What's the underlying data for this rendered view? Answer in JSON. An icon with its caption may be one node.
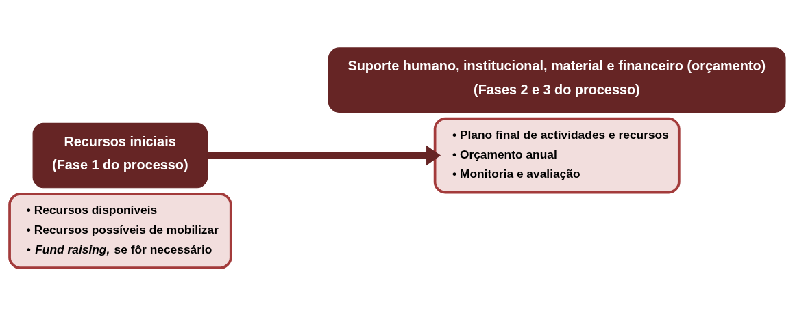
{
  "diagram": {
    "nodes": [
      {
        "text": [
          "• Recursos disponíveis",
          "• Recursos possíveis de mobilizar",
          "• *Fund raising,* se fôr necessário"
        ]
      },
      {
        "text": [
          "Recursos iniciais",
          "(Fase 1 do processo)"
        ]
      },
      {
        "text": [
          "• Plano final de actividades e recursos",
          "• Orçamento anual",
          "• Monitoria e avaliação"
        ]
      },
      {
        "text": [
          "Suporte humano, institucional, material e financeiro (orçamento)",
          "(Fases 2 e 3 do processo)"
        ]
      }
    ],
    "edges": [
      {
        "from": 1,
        "to": 2,
        "arrow": "to"
      }
    ]
  }
}
